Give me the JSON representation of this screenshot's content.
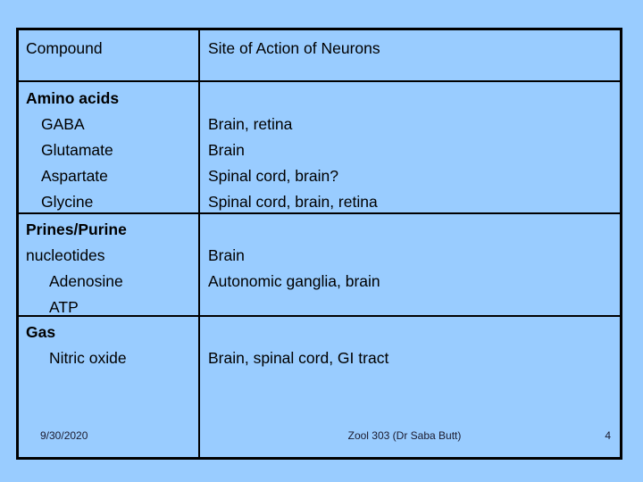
{
  "slide": {
    "background_color": "#99ccff",
    "border_color": "#000000",
    "text_color": "#000000"
  },
  "table": {
    "headers": {
      "compound": "Compound",
      "site": "Site of Action of Neurons"
    },
    "groups": [
      {
        "id": "amino-acids",
        "label": "Amino acids",
        "label_bold": true,
        "compounds": [
          "GABA",
          "Glutamate",
          "Aspartate",
          "Glycine"
        ],
        "sites": [
          "Brain, retina",
          "Brain",
          "Spinal cord, brain?",
          "Spinal cord, brain, retina"
        ]
      },
      {
        "id": "purines",
        "label": "Prines/Purine",
        "label_line2": "nucleotides",
        "label_bold": true,
        "compounds": [
          "Adenosine",
          "ATP"
        ],
        "sites": [
          "Brain",
          "Autonomic ganglia, brain"
        ]
      },
      {
        "id": "gas",
        "label": "Gas",
        "label_bold": true,
        "compounds": [
          "Nitric oxide"
        ],
        "sites": [
          "Brain, spinal cord, GI tract"
        ]
      }
    ]
  },
  "footer": {
    "date": "9/30/2020",
    "title": "Zool 303 (Dr Saba Butt)",
    "page_number": "4"
  }
}
